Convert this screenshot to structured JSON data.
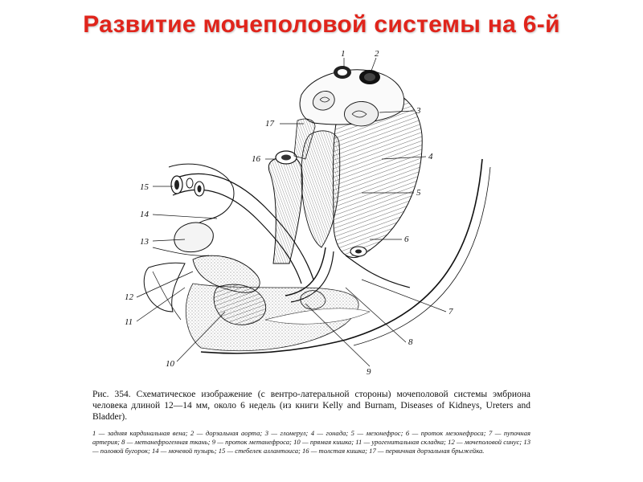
{
  "slide": {
    "title": "Развитие мочеполовой системы на 6-й"
  },
  "figure": {
    "labels": [
      "1",
      "2",
      "3",
      "4",
      "5",
      "6",
      "7",
      "8",
      "9",
      "10",
      "11",
      "12",
      "13",
      "14",
      "15",
      "16",
      "17"
    ]
  },
  "caption": {
    "main": "Рис. 354. Схематическое изображение (с вентро-латеральной стороны) мочеполовой системы эмбриона человека длиной 12—14 мм, около 6 недель (из книги Kelly and Burnam, Diseases of Kidneys, Ureters and Bladder).",
    "legend": "1 — задняя кардинальная вена; 2 — дорзальная аорта; 3 — гломерул; 4 — гонада; 5 — мезонефрос; 6 — проток мезонефроса; 7 — пупочная артерия; 8 — метанефрогенная ткань; 9 — проток метанефроса; 10 — прямая кишка; 11 — урогенитальная складка; 12 — мочеполовой синус; 13 — половой бугорок; 14 — мочевой пузырь; 15 — стебелек аллантоиса; 16 — толстая кишка; 17 — первичная дорзальная брыжейка."
  }
}
